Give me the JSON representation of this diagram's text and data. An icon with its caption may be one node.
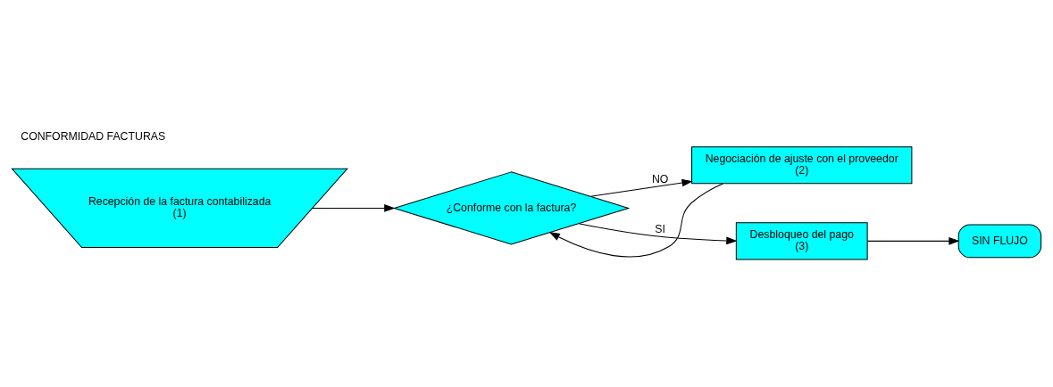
{
  "diagram": {
    "title": "CONFORMIDAD FACTURAS",
    "nodes": [
      {
        "text": [
          "Recepción de la factura contabilizada",
          "(1)"
        ]
      },
      {
        "text": [
          "¿Conforme con la factura?"
        ]
      },
      {
        "text": [
          "Negociación de ajuste con el proveedor",
          "(2)"
        ]
      },
      {
        "text": [
          "Desbloqueo del pago",
          "(3)"
        ]
      },
      {
        "text": [
          "SIN FLUJO"
        ]
      }
    ],
    "edges": [
      {
        "from": 0,
        "to": 1,
        "arrow": "to"
      },
      {
        "from": 1,
        "to": 2,
        "arrow": "to",
        "label": "NO"
      },
      {
        "from": 2,
        "to": 1,
        "arrow": "to"
      },
      {
        "from": 1,
        "to": 3,
        "arrow": "to",
        "label": "SI"
      },
      {
        "from": 3,
        "to": 4,
        "arrow": "to"
      }
    ]
  }
}
